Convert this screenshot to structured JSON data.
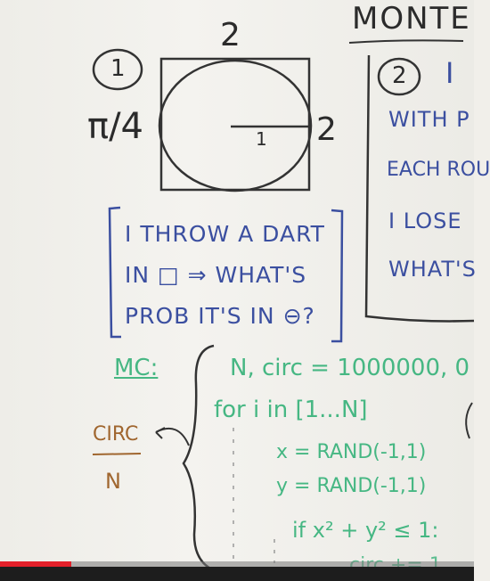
{
  "board": {
    "title": "MONTE",
    "step1": {
      "num": "1",
      "top_side": "2",
      "right_side": "2",
      "radius": "1",
      "ratio": "π/4",
      "question": [
        "I THROW A DART",
        "IN □ ⇒ WHAT'S",
        "PROB IT'S IN ⊖?"
      ]
    },
    "step2": {
      "num": "2",
      "lines": [
        "I",
        "WITH P",
        "EACH ROU",
        "I LOSE",
        "WHAT'S"
      ]
    },
    "mc": {
      "label": "MC:",
      "fraction_top": "CIRC",
      "fraction_bottom": "N",
      "code": [
        "N, circ = 1000000, 0",
        "for i in [1...N]",
        "x = RAND(-1,1)",
        "y = RAND(-1,1)",
        "if x² + y² ≤ 1:",
        "circ += 1"
      ]
    }
  },
  "player": {
    "progress_fraction": 0.15
  },
  "colors": {
    "black_ink": "#2b2b2b",
    "blue_ink": "#3b4fa0",
    "green_ink": "#46b783",
    "progress": "#e3202a"
  }
}
